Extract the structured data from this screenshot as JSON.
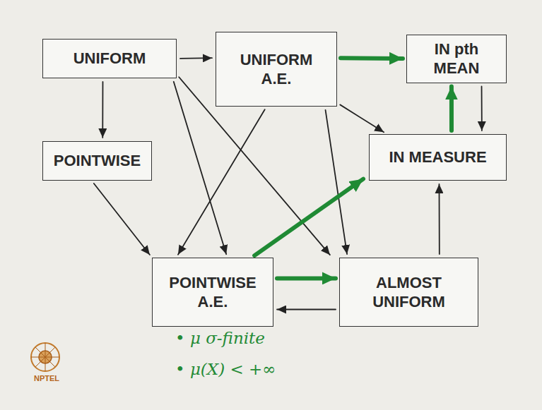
{
  "diagram": {
    "nodes": [
      {
        "text": [
          "UNIFORM"
        ]
      },
      {
        "text": [
          "UNIFORM A.E."
        ]
      },
      {
        "text": [
          "IN pth MEAN"
        ]
      },
      {
        "text": [
          "POINTWISE"
        ]
      },
      {
        "text": [
          "IN MEASURE"
        ]
      },
      {
        "text": [
          "POINTWISE A.E."
        ]
      },
      {
        "text": [
          "ALMOST UNIFORM"
        ]
      }
    ],
    "edges": [
      {
        "from": 0,
        "to": 1,
        "arrow": "to"
      },
      {
        "from": 1,
        "to": 2,
        "arrow": "to"
      },
      {
        "from": 0,
        "to": 3,
        "arrow": "to"
      },
      {
        "from": 0,
        "to": 5,
        "arrow": "to"
      },
      {
        "from": 0,
        "to": 6,
        "arrow": "to"
      },
      {
        "from": 1,
        "to": 5,
        "arrow": "to"
      },
      {
        "from": 1,
        "to": 6,
        "arrow": "to"
      },
      {
        "from": 1,
        "to": 4,
        "arrow": "to"
      },
      {
        "from": 4,
        "to": 2,
        "arrow": "to"
      },
      {
        "from": 2,
        "to": 4,
        "arrow": "to"
      },
      {
        "from": 3,
        "to": 5,
        "arrow": "to"
      },
      {
        "from": 5,
        "to": 4,
        "arrow": "to"
      },
      {
        "from": 5,
        "to": 6,
        "arrow": "to"
      },
      {
        "from": 6,
        "to": 5,
        "arrow": "to"
      },
      {
        "from": 6,
        "to": 4,
        "arrow": "to"
      }
    ],
    "labels": [
      "• μ σ-finite",
      "• μ(X) < +∞",
      "NPTEL"
    ]
  }
}
